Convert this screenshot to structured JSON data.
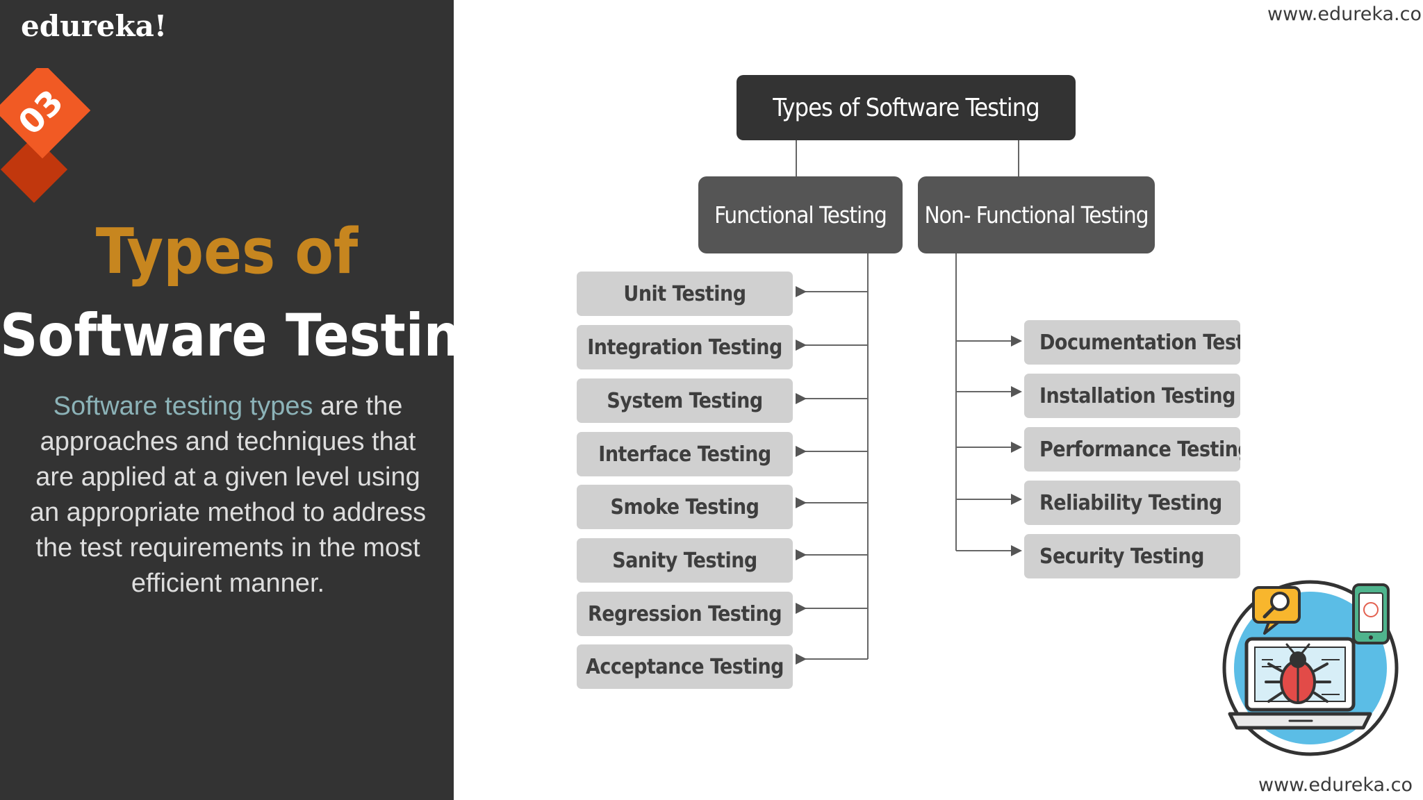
{
  "header": {
    "logo": "edureka!",
    "url_top": "www.edureka.co",
    "url_bottom": "www.edureka.co"
  },
  "sidebar": {
    "section_number": "03",
    "title_line_1": "Types of",
    "title_line_2": "Software Testing",
    "description_highlight": "Software testing types",
    "description_rest": " are the approaches and techniques that are applied at a given level using an appropriate method to address the test requirements in the most efficient manner."
  },
  "diagram": {
    "root": "Types of Software Testing",
    "functional": "Functional Testing",
    "non_functional": "Non- Functional Testing",
    "functional_items": [
      "Unit Testing",
      "Integration Testing",
      "System Testing",
      "Interface Testing",
      "Smoke Testing",
      "Sanity Testing",
      "Regression Testing",
      "Acceptance Testing"
    ],
    "non_functional_items": [
      "Documentation Testing",
      "Installation Testing",
      "Performance Testing",
      "Reliability Testing",
      "Security Testing"
    ]
  },
  "colors": {
    "dark_panel": "#333333",
    "accent_orange": "#f15a24",
    "title_gold": "#c7861f",
    "highlight_teal": "#8cb3b8",
    "leaf_gray": "#d0d0d0"
  },
  "icons": {
    "illustration": "laptop-bug-testing-icon",
    "search": "search-icon",
    "mobile": "mobile-phone-icon",
    "bug": "bug-icon"
  }
}
